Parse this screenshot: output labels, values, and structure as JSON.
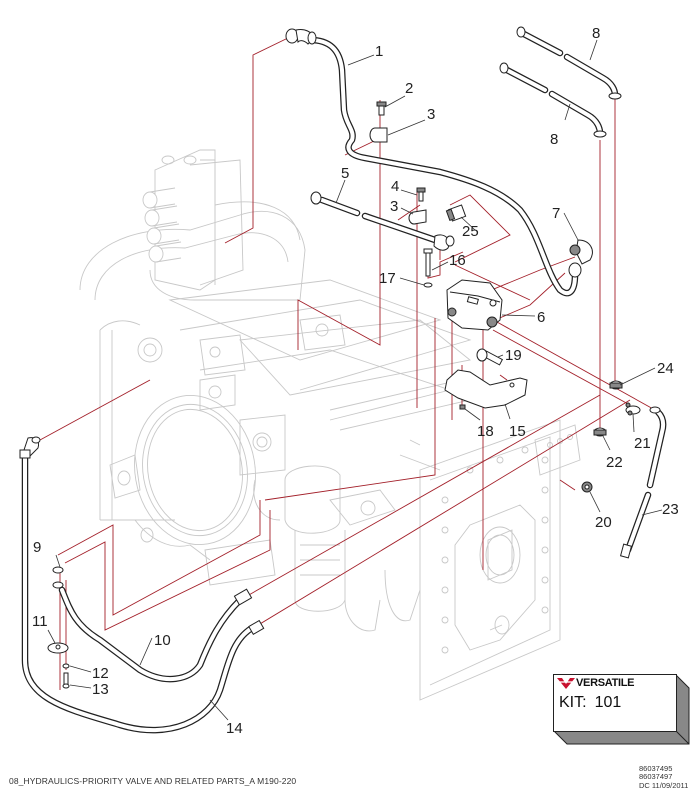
{
  "diagram": {
    "title": "08_HYDRAULICS-PRIORITY VALVE AND RELATED PARTS_A M190-220",
    "document_codes": [
      "86037495",
      "86037497",
      "DC 11/09/2011"
    ],
    "kit": {
      "brand": "VERSATILE",
      "brand_color": "#c8102e",
      "label": "KIT:",
      "number": "101"
    },
    "callout_color": "#a3202a",
    "callouts": [
      {
        "id": "1",
        "label": "1"
      },
      {
        "id": "2",
        "label": "2"
      },
      {
        "id": "3a",
        "label": "3"
      },
      {
        "id": "3b",
        "label": "3"
      },
      {
        "id": "4",
        "label": "4"
      },
      {
        "id": "5",
        "label": "5"
      },
      {
        "id": "6",
        "label": "6"
      },
      {
        "id": "7",
        "label": "7"
      },
      {
        "id": "8a",
        "label": "8"
      },
      {
        "id": "8b",
        "label": "8"
      },
      {
        "id": "9",
        "label": "9"
      },
      {
        "id": "10",
        "label": "10"
      },
      {
        "id": "11",
        "label": "11"
      },
      {
        "id": "12",
        "label": "12"
      },
      {
        "id": "13",
        "label": "13"
      },
      {
        "id": "14",
        "label": "14"
      },
      {
        "id": "15",
        "label": "15"
      },
      {
        "id": "16",
        "label": "16"
      },
      {
        "id": "17",
        "label": "17"
      },
      {
        "id": "18",
        "label": "18"
      },
      {
        "id": "19",
        "label": "19"
      },
      {
        "id": "20",
        "label": "20"
      },
      {
        "id": "21",
        "label": "21"
      },
      {
        "id": "22",
        "label": "22"
      },
      {
        "id": "23",
        "label": "23"
      },
      {
        "id": "24",
        "label": "24"
      },
      {
        "id": "25",
        "label": "25"
      }
    ]
  }
}
